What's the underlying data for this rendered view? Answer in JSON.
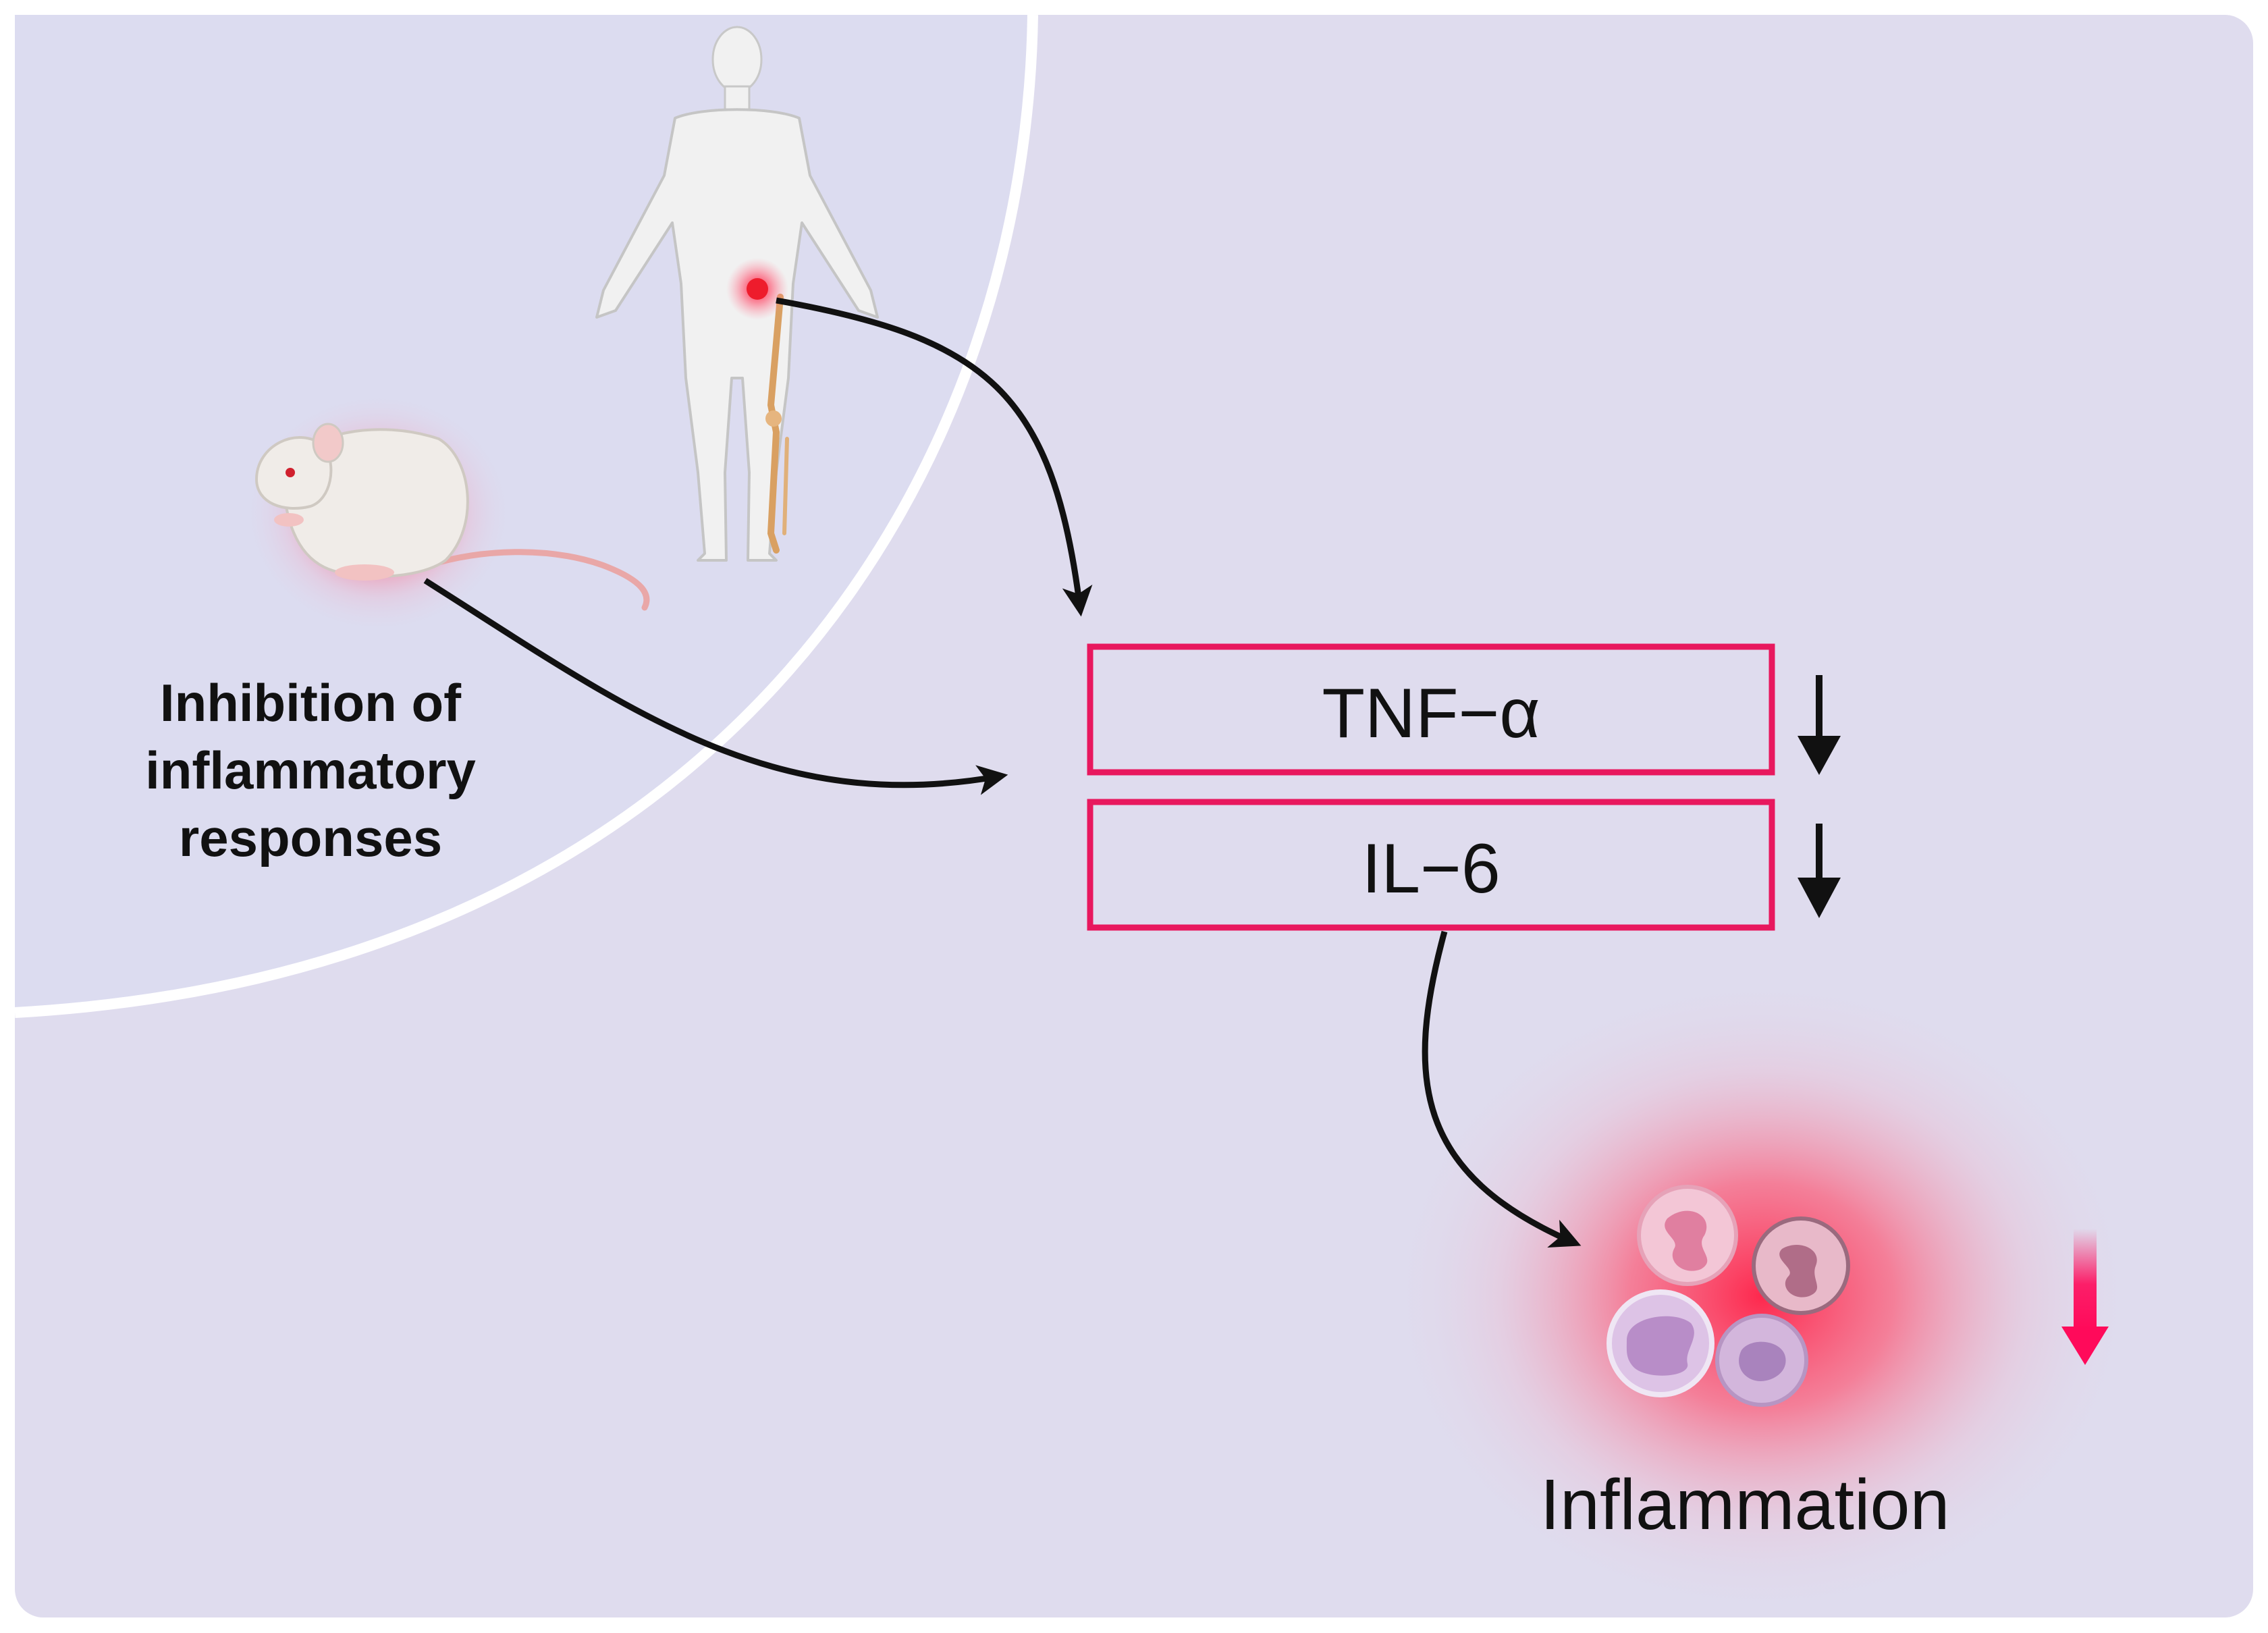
{
  "colors": {
    "panel_bg": "#dfdcee",
    "inner_region_bg": "#dcdcf0",
    "divider": "#ffffff",
    "box_border": "#e8185e",
    "arrow": "#111111",
    "decrease_arrow": "#ff0a5a",
    "glow": "#ff2a4a"
  },
  "left_label": {
    "line1": "Inhibition of",
    "line2": "inflammatory",
    "line3": "responses"
  },
  "cytokines": [
    {
      "label": "TNF−α",
      "trend": "down"
    },
    {
      "label": "IL−6",
      "trend": "down"
    }
  ],
  "outcome": {
    "label": "Inflammation",
    "trend": "down"
  },
  "icons": [
    "human-body-icon",
    "rat-icon",
    "immune-cells-icon"
  ]
}
